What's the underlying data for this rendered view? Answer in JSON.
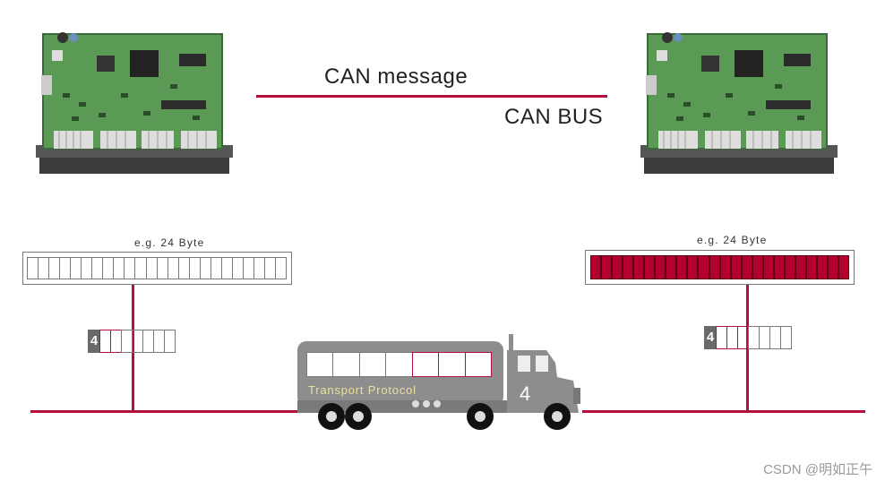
{
  "bus": {
    "message_label": "CAN message",
    "bus_label": "CAN BUS"
  },
  "sender": {
    "buffer_label": "e.g. 24 Byte",
    "buffer_cells": 24,
    "frame_number": "4",
    "frame_cells": 7,
    "frame_filled_cells": 2
  },
  "receiver": {
    "buffer_label": "e.g. 24 Byte",
    "buffer_cells": 24,
    "buffer_filled_cells": 24,
    "frame_number": "4",
    "frame_cells": 7,
    "frame_filled_cells": 3
  },
  "truck": {
    "label": "Transport Protocol",
    "number": "4",
    "cargo_cells": 7,
    "cargo_red_cells": 3
  },
  "watermark": "CSDN @明如正午",
  "colors": {
    "accent": "#b0103a",
    "receiver_fill": "#b4002c",
    "truck_gray": "#8d8d8d",
    "truck_label": "#e8e0a0",
    "pcb_green": "#5a9a55"
  }
}
